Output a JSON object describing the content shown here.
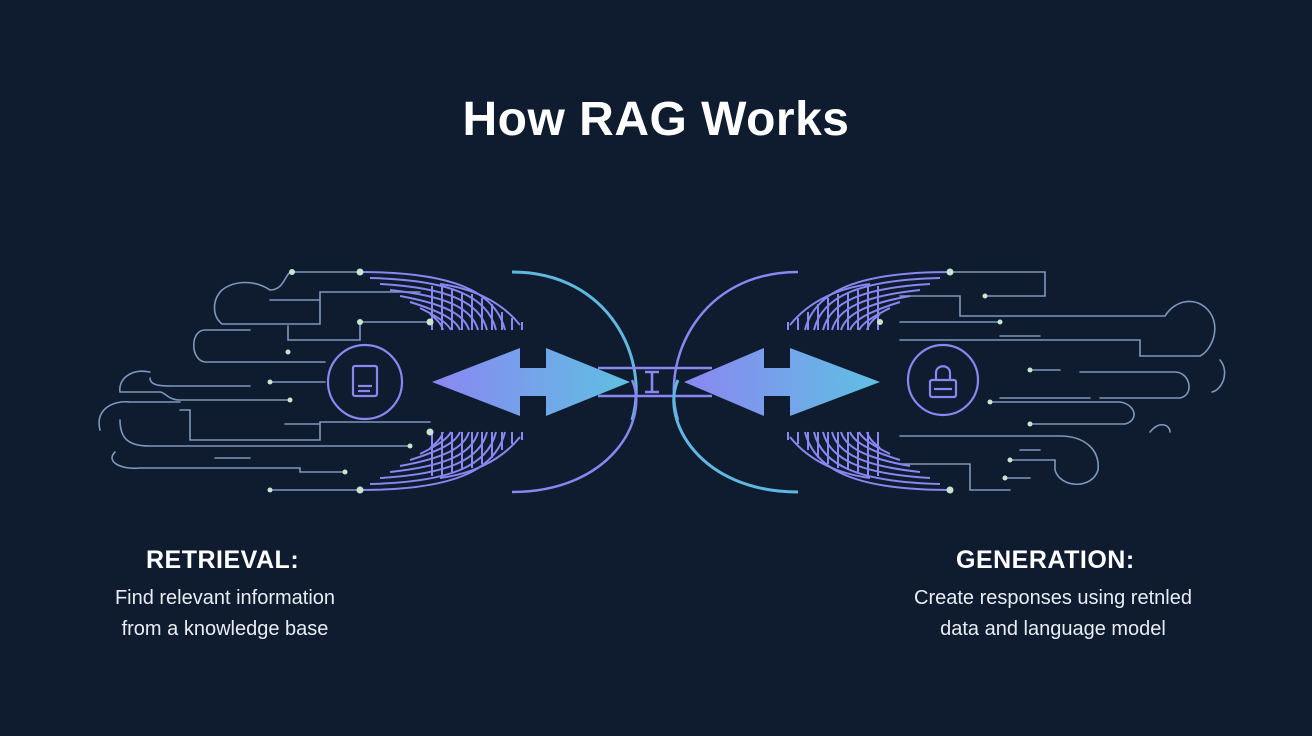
{
  "title": "How RAG Works",
  "retrieval": {
    "heading": "RETRIEVAL:",
    "lines": [
      "Find relevant information",
      "from a knowledge base"
    ],
    "icon": "document-icon"
  },
  "generation": {
    "heading": "GENERATION:",
    "lines": [
      "Create responses using retnled",
      "data and language model"
    ],
    "icon": "lock-icon"
  },
  "colors": {
    "background": "#0f1b2e",
    "circuit": "#8aa6cc",
    "accent_purple": "#8a86f2",
    "accent_blue": "#5fb8e0",
    "node": "#c6e6d0"
  }
}
